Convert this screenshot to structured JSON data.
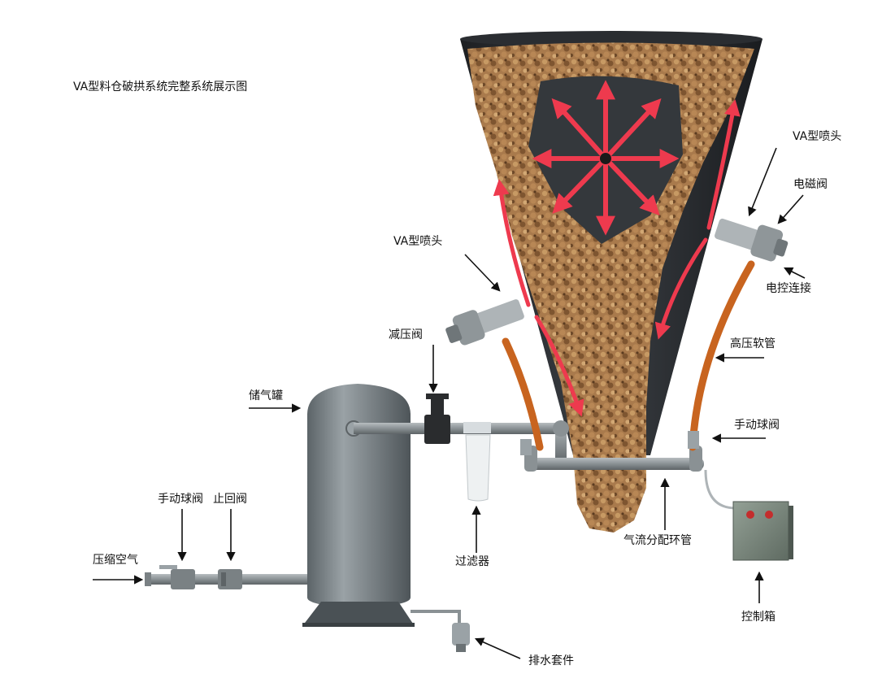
{
  "title": "VA型料仓破拱系统完整系统展示图",
  "labels": {
    "va_nozzle_right": "VA型喷头",
    "solenoid_valve": "电磁阀",
    "va_nozzle_left": "VA型喷头",
    "electric_connection": "电控连接",
    "pressure_reducer": "减压阀",
    "high_pressure_hose": "高压软管",
    "air_tank": "储气罐",
    "ball_valve_right": "手动球阀",
    "ball_valve_left": "手动球阀",
    "check_valve": "止回阀",
    "air_ring_pipe": "气流分配环管",
    "compressed_air": "压缩空气",
    "filter": "过滤器",
    "control_box": "控制箱",
    "drain_kit": "排水套件"
  },
  "colors": {
    "silo": "#2f3236",
    "material": "#a97a4c",
    "material_dark": "#6e4a2a",
    "arrow_red": "#ee3a4e",
    "hose": "#c8641f",
    "tank": "#7b8387",
    "pipe": "#8e9598",
    "control_box": "#7d8a80"
  }
}
